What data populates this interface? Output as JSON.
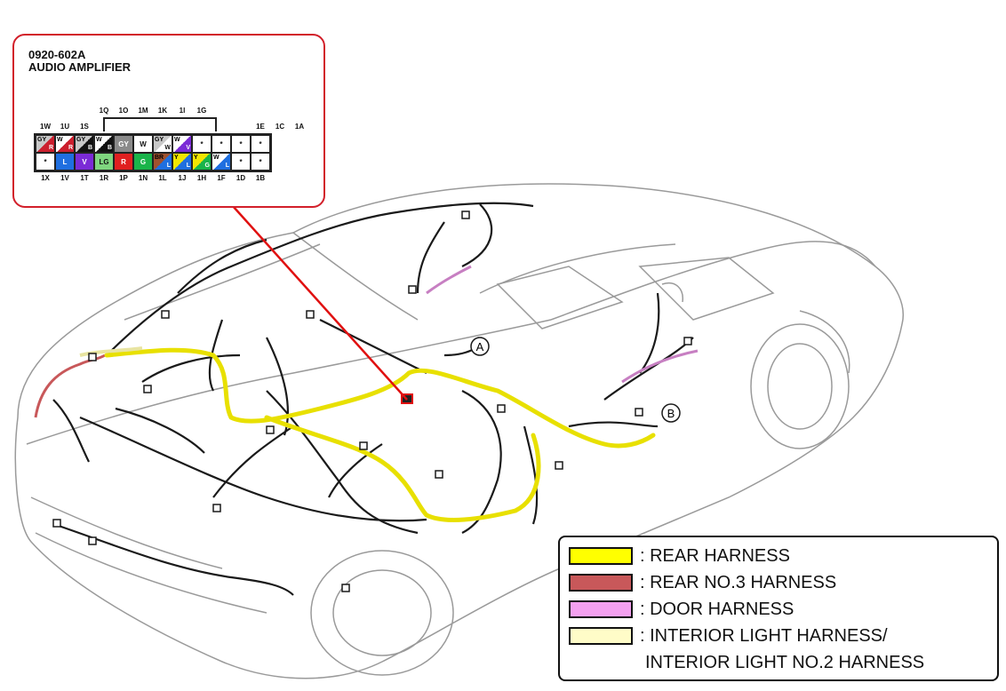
{
  "connector": {
    "code": "0920-602A",
    "name": "AUDIO AMPLIFIER",
    "top_pins": [
      "1Q",
      "1O",
      "1M",
      "1K",
      "1I",
      "1G"
    ],
    "upper_pins": [
      "1W",
      "1U",
      "1S",
      "1E",
      "1C",
      "1A"
    ],
    "bottom_pins": [
      "1X",
      "1V",
      "1T",
      "1R",
      "1P",
      "1N",
      "1L",
      "1J",
      "1H",
      "1F",
      "1D",
      "1B"
    ],
    "row1": [
      {
        "a": "GY",
        "b": "R",
        "color": "#cc1f2e",
        "split": "#c8c8c8"
      },
      {
        "a": "W",
        "b": "R",
        "color": "#cc1f2e",
        "split": "#ffffff"
      },
      {
        "a": "GY",
        "b": "B",
        "color": "#111111",
        "split": "#c8c8c8"
      },
      {
        "a": "W",
        "b": "B",
        "color": "#111111",
        "split": "#ffffff"
      },
      {
        "a": "GY",
        "b": "",
        "color": "#8a8a8a",
        "split": ""
      },
      {
        "a": "W",
        "b": "",
        "color": "#ffffff",
        "split": ""
      },
      {
        "a": "GY",
        "b": "W",
        "color": "#ffffff",
        "split": "#c8c8c8"
      },
      {
        "a": "W",
        "b": "V",
        "color": "#7b2bd6",
        "split": "#ffffff"
      },
      {
        "a": "*",
        "b": "",
        "color": "#ffffff",
        "split": ""
      },
      {
        "a": "*",
        "b": "",
        "color": "#ffffff",
        "split": ""
      },
      {
        "a": "*",
        "b": "",
        "color": "#ffffff",
        "split": ""
      },
      {
        "a": "*",
        "b": "",
        "color": "#ffffff",
        "split": ""
      }
    ],
    "row2": [
      {
        "a": "*",
        "b": "",
        "color": "#ffffff",
        "split": ""
      },
      {
        "a": "L",
        "b": "",
        "color": "#1f6fe0",
        "split": ""
      },
      {
        "a": "V",
        "b": "",
        "color": "#7b2bd6",
        "split": ""
      },
      {
        "a": "LG",
        "b": "",
        "color": "#7fd67f",
        "split": ""
      },
      {
        "a": "R",
        "b": "",
        "color": "#e02020",
        "split": ""
      },
      {
        "a": "G",
        "b": "",
        "color": "#19b44a",
        "split": ""
      },
      {
        "a": "BR",
        "b": "L",
        "color": "#1f6fe0",
        "split": "#a0522d"
      },
      {
        "a": "Y",
        "b": "L",
        "color": "#1f6fe0",
        "split": "#f2e600"
      },
      {
        "a": "Y",
        "b": "G",
        "color": "#19b44a",
        "split": "#f2e600"
      },
      {
        "a": "W",
        "b": "L",
        "color": "#1f6fe0",
        "split": "#ffffff"
      },
      {
        "a": "*",
        "b": "",
        "color": "#ffffff",
        "split": ""
      },
      {
        "a": "*",
        "b": "",
        "color": "#ffffff",
        "split": ""
      }
    ]
  },
  "markers": {
    "a": "A",
    "b": "B"
  },
  "legend": {
    "items": [
      {
        "label": ": REAR HARNESS",
        "color": "#ffff00"
      },
      {
        "label": ": REAR NO.3 HARNESS",
        "color": "#c8585a"
      },
      {
        "label": ": DOOR HARNESS",
        "color": "#f4a0f0"
      },
      {
        "label": ": INTERIOR LIGHT HARNESS/",
        "color": "#fffcc8"
      }
    ],
    "continuation": "INTERIOR LIGHT NO.2 HARNESS"
  },
  "colors": {
    "callout_border": "#d21f2a",
    "pointer_line": "#e01010",
    "wire": "#1a1a1a",
    "car_outline": "#9a9a9a"
  }
}
